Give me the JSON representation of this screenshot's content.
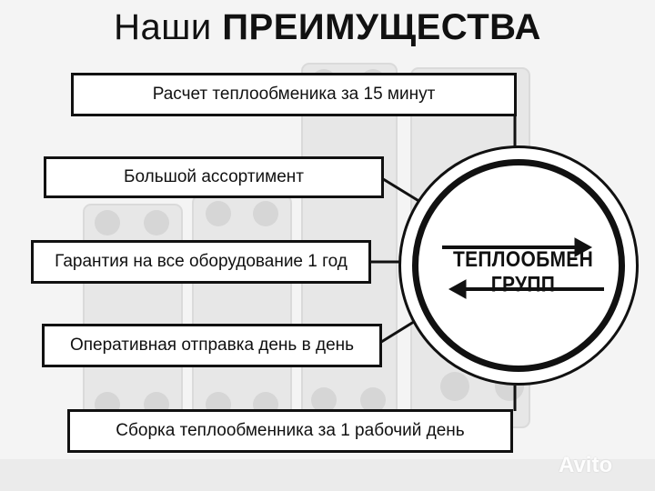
{
  "title": {
    "regular": "Наши",
    "bold": "ПРЕИМУЩЕСТВА"
  },
  "advantages": [
    "Расчет теплообменика за 15 минут",
    "Большой ассортимент",
    "Гарантия на все оборудование 1 год",
    "Оперативная отправка день в день",
    "Сборка теплообменника за 1 рабочий день"
  ],
  "logo": {
    "text": "ТЕПЛООБМЕН ГРУПП"
  },
  "watermark": {
    "text": "Avito"
  },
  "colors": {
    "ink": "#111111",
    "background": "#f4f4f4",
    "box": "#ffffff"
  }
}
